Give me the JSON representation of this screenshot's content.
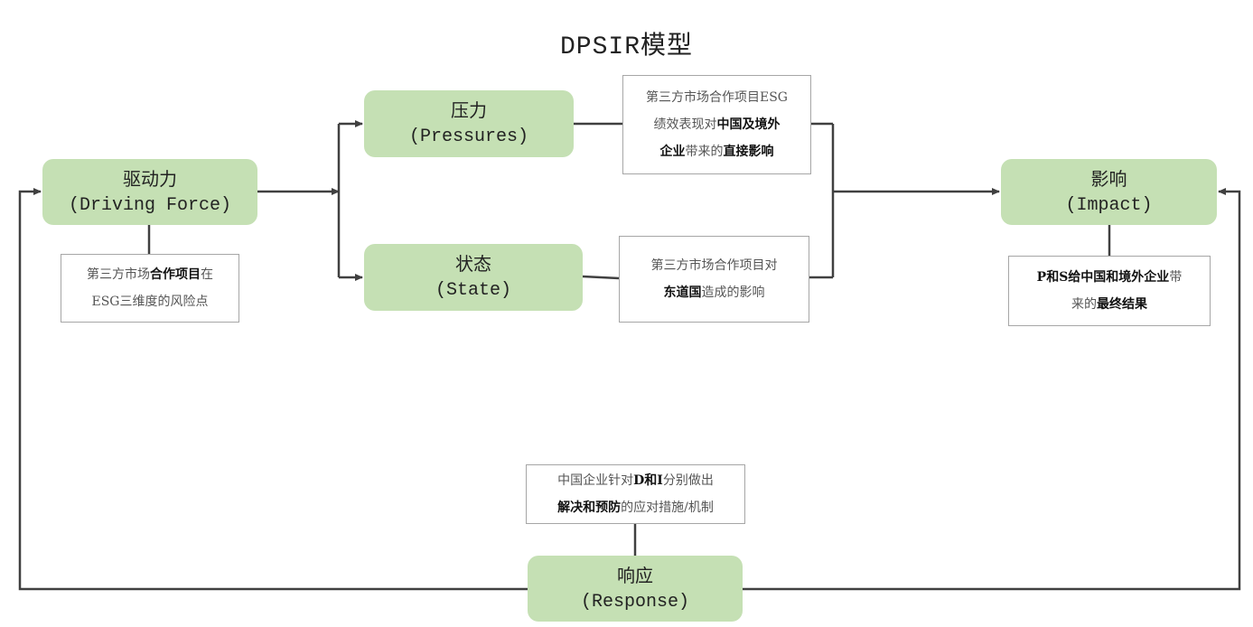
{
  "title": "DPSIR模型",
  "colors": {
    "node_fill": "#c5e0b4",
    "line": "#404040",
    "note_border": "#a6a6a6"
  },
  "nodes": {
    "driving": {
      "zh": "驱动力",
      "en": "(Driving Force)"
    },
    "pressures": {
      "zh": "压力",
      "en": "(Pressures)"
    },
    "state": {
      "zh": "状态",
      "en": "(State)"
    },
    "impact": {
      "zh": "影响",
      "en": "(Impact)"
    },
    "response": {
      "zh": "响应",
      "en": "(Response)"
    }
  },
  "notes": {
    "driving": [
      [
        {
          "text": "第三方市场",
          "bold": false
        },
        {
          "text": "合作项目",
          "bold": true
        },
        {
          "text": "在",
          "bold": false
        }
      ],
      [
        {
          "text": "ESG三维度的风险点",
          "bold": false
        }
      ]
    ],
    "pressures": [
      [
        {
          "text": "第三方市场合作项目ESG",
          "bold": false
        }
      ],
      [
        {
          "text": "绩效表现对",
          "bold": false
        },
        {
          "text": "中国及境外",
          "bold": true
        }
      ],
      [
        {
          "text": "企业",
          "bold": true
        },
        {
          "text": "带来的",
          "bold": false
        },
        {
          "text": "直接影响",
          "bold": true
        }
      ]
    ],
    "state": [
      [
        {
          "text": "第三方市场合作项目对",
          "bold": false
        }
      ],
      [
        {
          "text": "东道国",
          "bold": true
        },
        {
          "text": "造成的影响",
          "bold": false
        }
      ]
    ],
    "impact": [
      [
        {
          "text": "P和S给中国和境外企业",
          "bold": true
        },
        {
          "text": "带",
          "bold": false
        }
      ],
      [
        {
          "text": "来的",
          "bold": false
        },
        {
          "text": "最终结果",
          "bold": true
        }
      ]
    ],
    "response": [
      [
        {
          "text": "中国企业针对",
          "bold": false
        },
        {
          "text": "D和I",
          "bold": true
        },
        {
          "text": "分别做出",
          "bold": false
        }
      ],
      [
        {
          "text": "解决和预防",
          "bold": true
        },
        {
          "text": "的应对措施/机制",
          "bold": false
        }
      ]
    ]
  }
}
